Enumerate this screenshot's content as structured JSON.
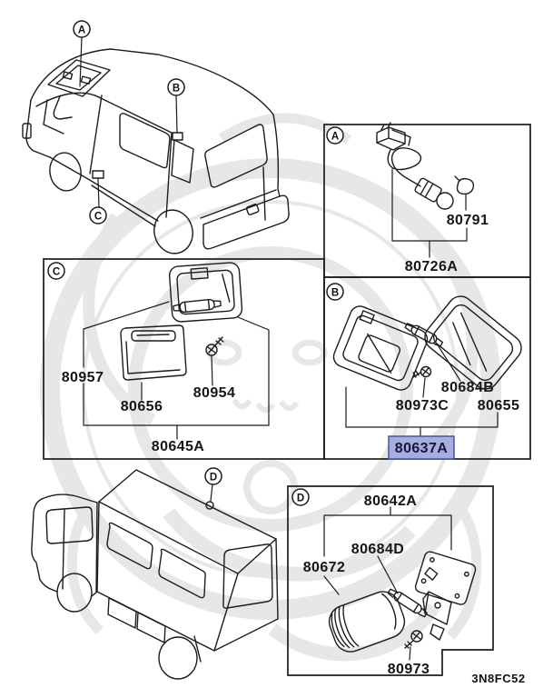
{
  "diagram": {
    "code": "3N8FC52",
    "line_color": "#1c1c1c",
    "highlight": {
      "background": "#a7aedd",
      "border": "#4553a6",
      "text_color": "#15173d"
    }
  },
  "vehicles": {
    "van": {
      "callouts": [
        "A",
        "B",
        "C"
      ]
    },
    "truck": {
      "callouts": [
        "D"
      ]
    }
  },
  "panels": [
    {
      "label": "A",
      "parts": [
        {
          "number": "80791"
        },
        {
          "number": "80726A"
        }
      ]
    },
    {
      "label": "B",
      "parts": [
        {
          "number": "80684B"
        },
        {
          "number": "80973C"
        },
        {
          "number": "80655"
        },
        {
          "number": "80637A",
          "highlighted": true
        }
      ]
    },
    {
      "label": "C",
      "parts": [
        {
          "number": "80957"
        },
        {
          "number": "80656"
        },
        {
          "number": "80954"
        },
        {
          "number": "80645A"
        }
      ]
    },
    {
      "label": "D",
      "parts": [
        {
          "number": "80642A"
        },
        {
          "number": "80684D"
        },
        {
          "number": "80672"
        },
        {
          "number": "80973"
        }
      ]
    }
  ]
}
